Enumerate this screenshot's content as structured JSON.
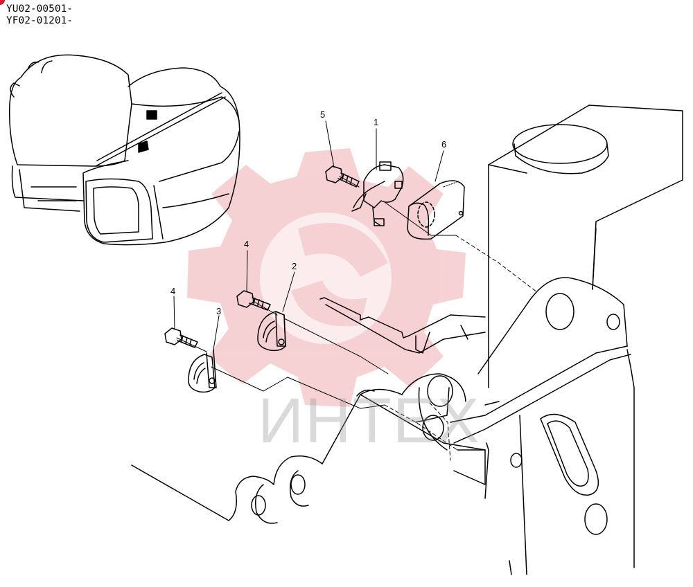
{
  "serial_numbers": [
    "YU02-00501-",
    "YF02-01201-"
  ],
  "callouts": [
    {
      "id": "c1",
      "label": "1"
    },
    {
      "id": "c2",
      "label": "2"
    },
    {
      "id": "c3",
      "label": "3"
    },
    {
      "id": "c4a",
      "label": "4"
    },
    {
      "id": "c4b",
      "label": "4"
    },
    {
      "id": "c5",
      "label": "5"
    },
    {
      "id": "c6",
      "label": "6"
    }
  ],
  "watermark": {
    "text": "ИНТЕХ",
    "color": "#e5737b"
  },
  "colors": {
    "line": "#000000",
    "marker": "#e2132a"
  }
}
